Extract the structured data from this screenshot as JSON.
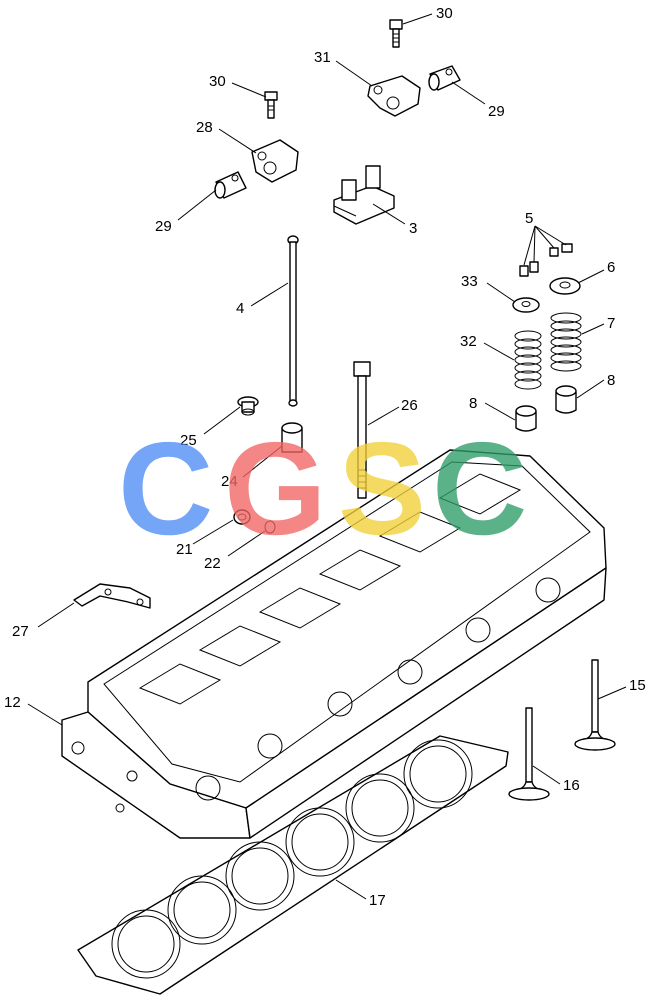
{
  "watermark": {
    "letters": [
      "C",
      "G",
      "S",
      "C"
    ],
    "colors": [
      "#4e8df5",
      "#f36565",
      "#f2d038",
      "#2e9d68"
    ]
  },
  "callouts": {
    "c30a": "30",
    "c31": "31",
    "c30b": "30",
    "c29a": "29",
    "c28": "28",
    "c29b": "29",
    "c3": "3",
    "c5": "5",
    "c6": "6",
    "c33": "33",
    "c7": "7",
    "c4": "4",
    "c32": "32",
    "c8a": "8",
    "c8b": "8",
    "c26": "26",
    "c25": "25",
    "c24": "24",
    "c21": "21",
    "c22": "22",
    "c27": "27",
    "c12": "12",
    "c15": "15",
    "c16": "16",
    "c17": "17"
  }
}
